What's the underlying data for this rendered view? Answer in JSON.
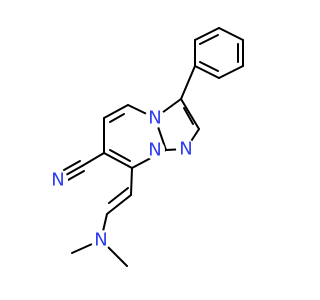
{
  "atoms": {
    "nitrile_n": "N",
    "pyrimidine_n4": "N",
    "bridgehead_n": "N",
    "pyrazole_n1": "N",
    "amine_n": "N"
  },
  "colors": {
    "nitrogen": "#2f3cf0",
    "bond": "#000000",
    "background": "#ffffff"
  }
}
